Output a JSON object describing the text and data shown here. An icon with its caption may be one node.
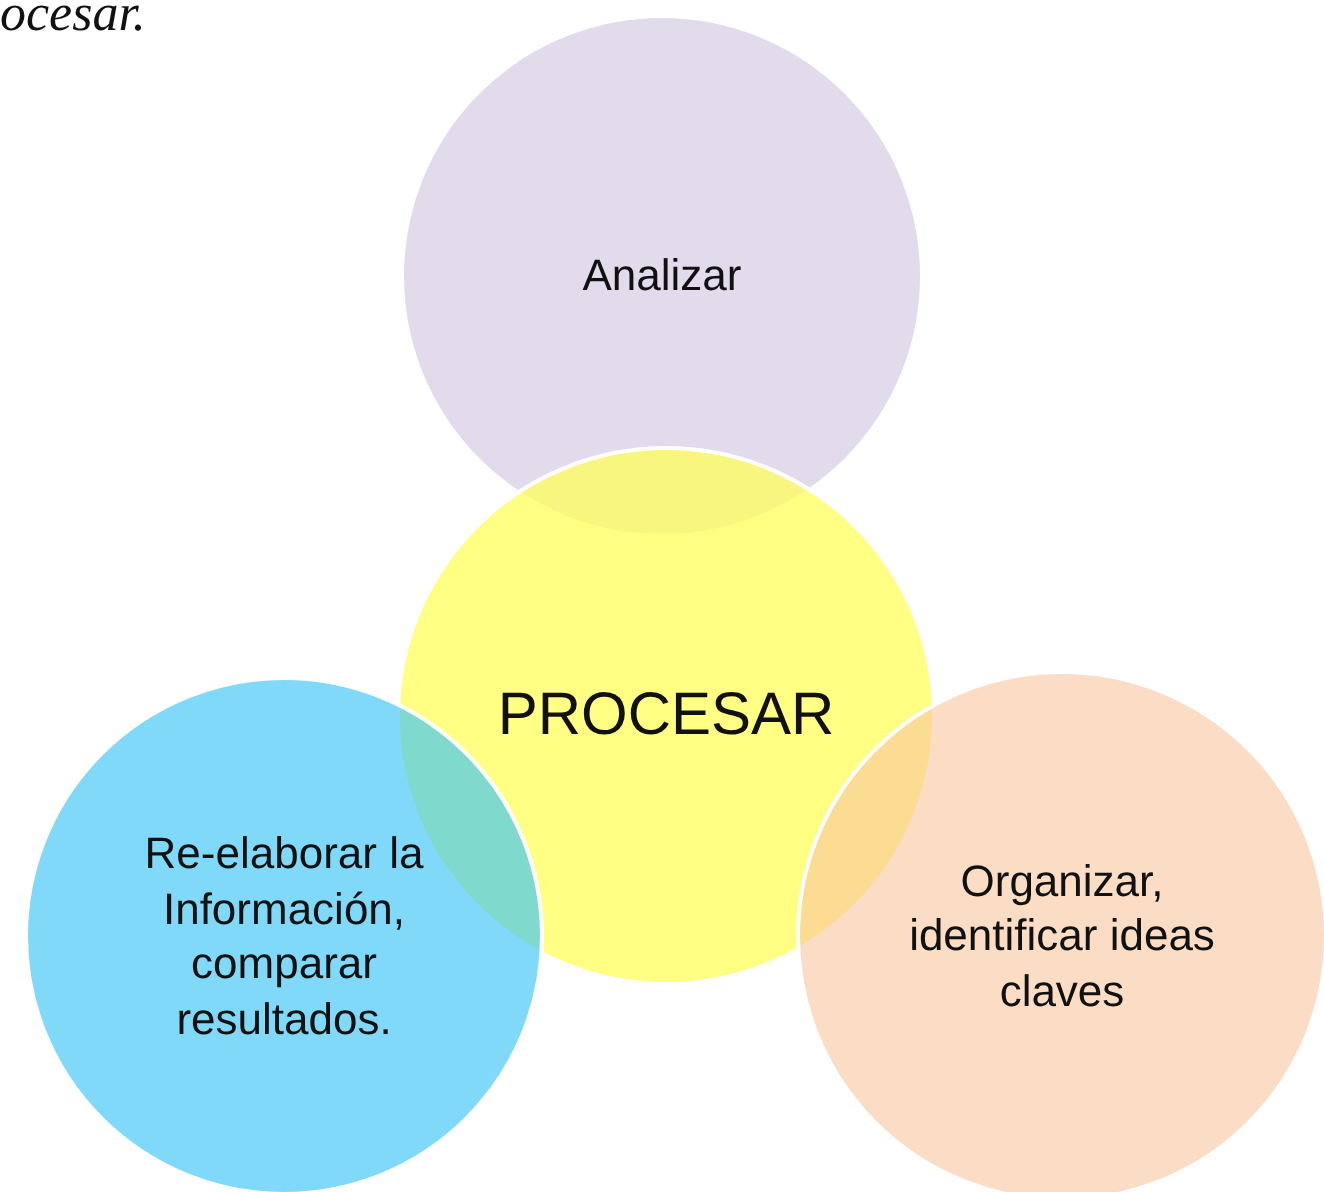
{
  "diagram": {
    "title": "ocesar.",
    "nodes": [
      {
        "text": [
          "Analizar"
        ]
      },
      {
        "text": [
          "PROCESAR"
        ]
      },
      {
        "text": [
          "Re-elaborar la Información, comparar resultados."
        ]
      },
      {
        "text": [
          "Organizar, identificar ideas claves"
        ]
      }
    ],
    "edges": []
  }
}
